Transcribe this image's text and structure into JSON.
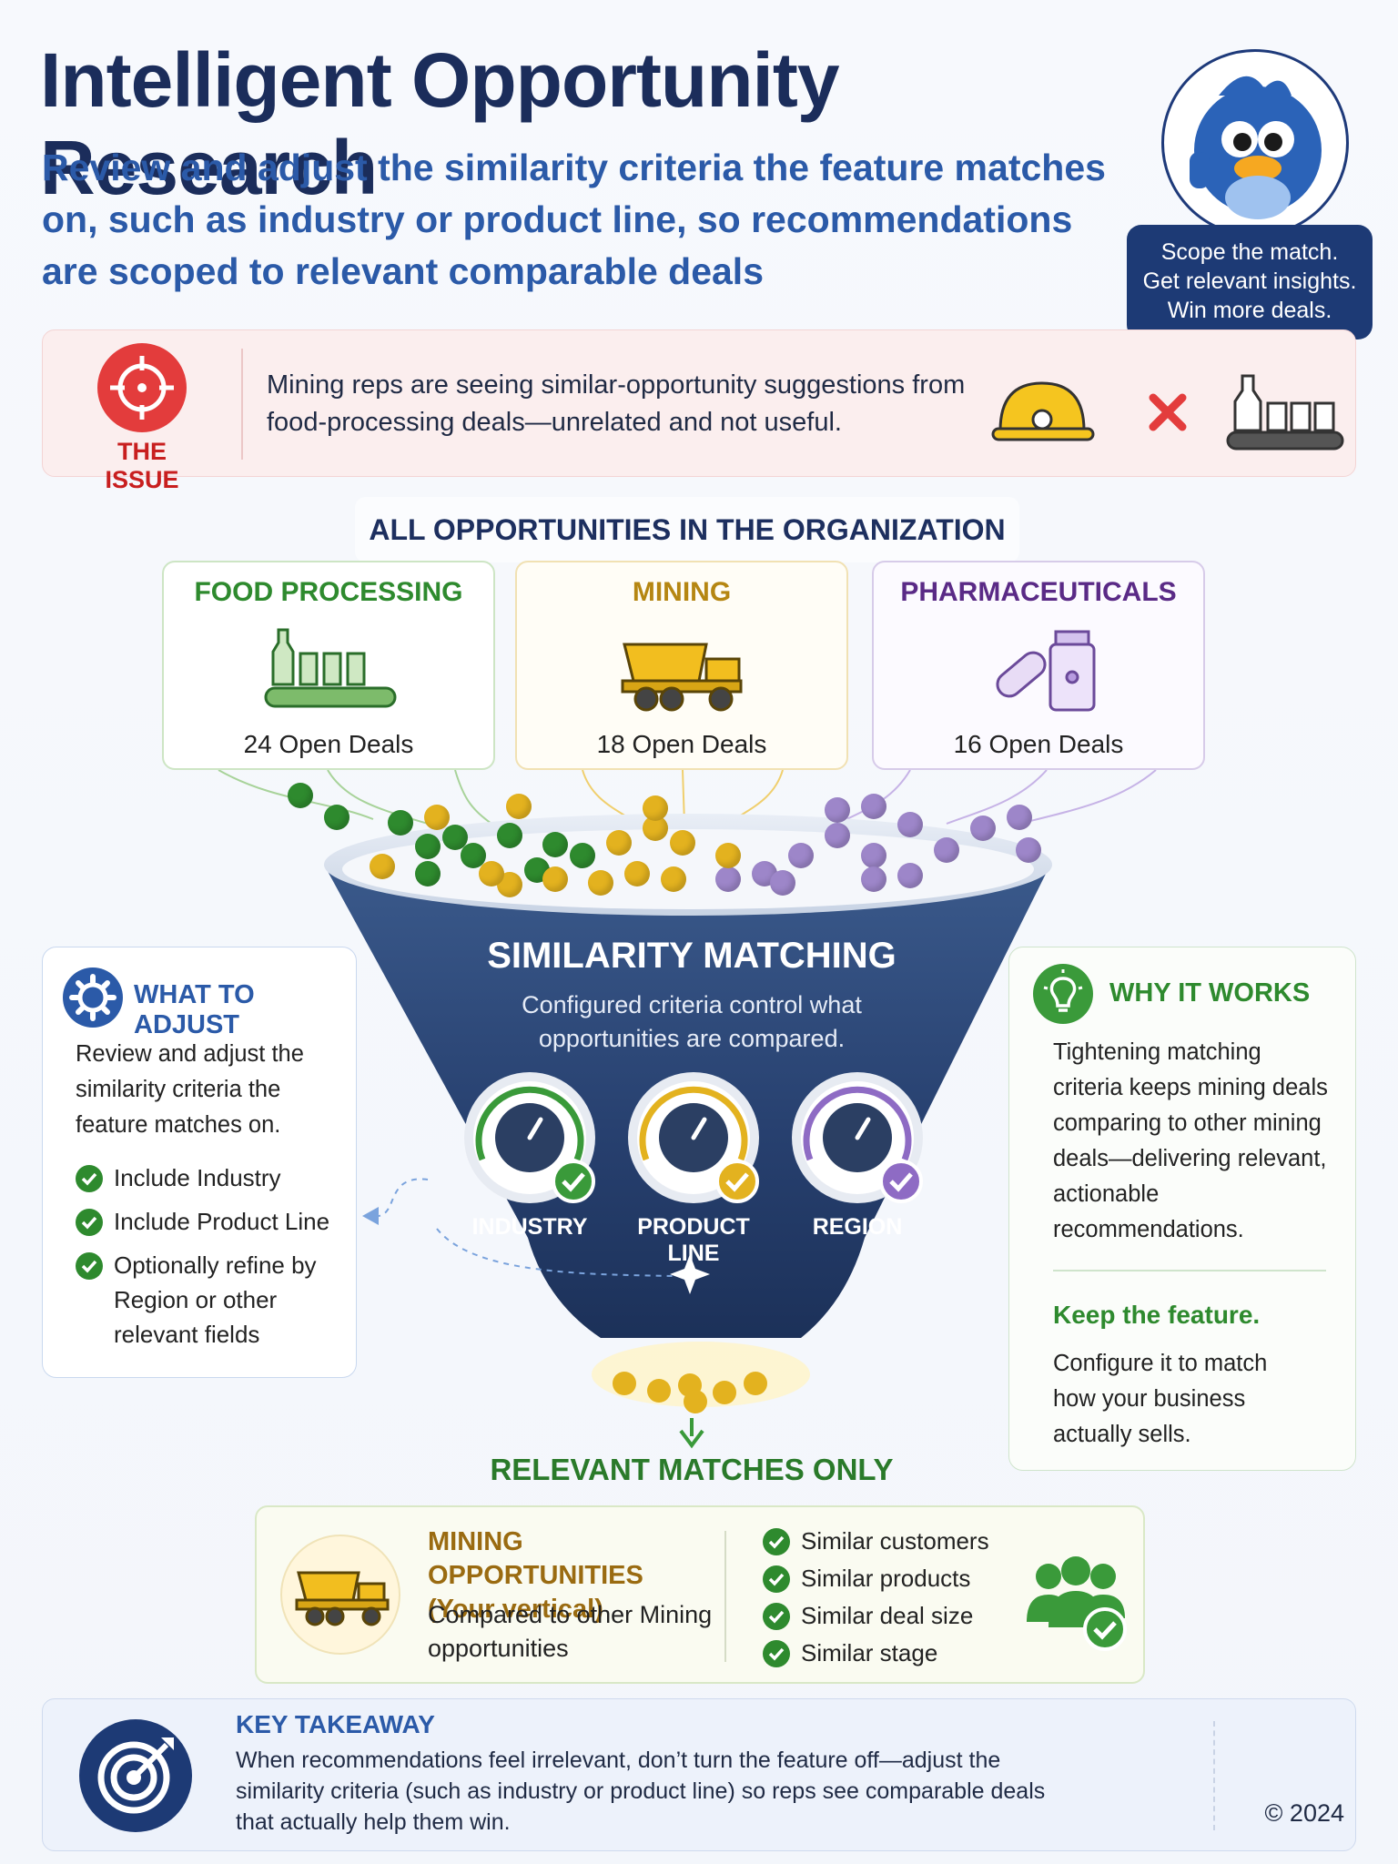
{
  "header": {
    "title": "Intelligent Opportunity Research",
    "subtitle": "Review and adjust the similarity criteria the feature matches on, such as industry or product line, so recommendations are scoped to relevant comparable deals"
  },
  "mascot": {
    "badge_lines": [
      "Scope the match.",
      "Get relevant insights.",
      "Win more deals."
    ]
  },
  "issue": {
    "label": "THE ISSUE",
    "text": "Mining reps are seeing similar-opportunity suggestions from food-processing deals—unrelated and not useful."
  },
  "organization": {
    "label": "ALL OPPORTUNITIES IN THE ORGANIZATION",
    "cards": [
      {
        "title": "FOOD PROCESSING",
        "count": "24 Open Deals",
        "color": "#2e8a2e"
      },
      {
        "title": "MINING",
        "count": "18 Open Deals",
        "color": "#b58612"
      },
      {
        "title": "PHARMACEUTICALS",
        "count": "16 Open Deals",
        "color": "#5a2a86"
      }
    ]
  },
  "funnel": {
    "title": "SIMILARITY MATCHING",
    "subtitle": "Configured criteria control what opportunities are compared.",
    "dials": [
      "INDUSTRY",
      "PRODUCT LINE",
      "REGION"
    ]
  },
  "what_to_adjust": {
    "heading": "WHAT TO ADJUST",
    "body": "Review and adjust the similarity criteria the feature matches on.",
    "items": [
      "Include Industry",
      "Include Product Line",
      "Optionally refine by Region or other relevant fields"
    ]
  },
  "why_it_works": {
    "heading": "WHY IT WORKS",
    "body": "Tightening matching criteria keeps mining deals comparing to other mining deals—delivering relevant, actionable recommendations.",
    "subheading": "Keep the feature.",
    "subbody": "Configure it to match how your business actually sells."
  },
  "relevant": {
    "label": "RELEVANT MATCHES ONLY",
    "title_line1": "MINING OPPORTUNITIES",
    "title_line2": "(Your vertical)",
    "text": "Compared to other Mining opportunities",
    "items": [
      "Similar customers",
      "Similar products",
      "Similar deal size",
      "Similar stage"
    ]
  },
  "takeaway": {
    "title": "KEY TAKEAWAY",
    "text": "When recommendations feel irrelevant, don’t turn the feature off—adjust the similarity criteria (such as industry or product line) so reps see comparable deals that actually help them win.",
    "copyright": "© 2024"
  },
  "colors": {
    "navy": "#1b2d5b",
    "blue": "#2b5aa8",
    "red": "#e33c3c",
    "green": "#2e8a2e",
    "gold": "#e3b21f",
    "purple": "#9d86c9"
  }
}
